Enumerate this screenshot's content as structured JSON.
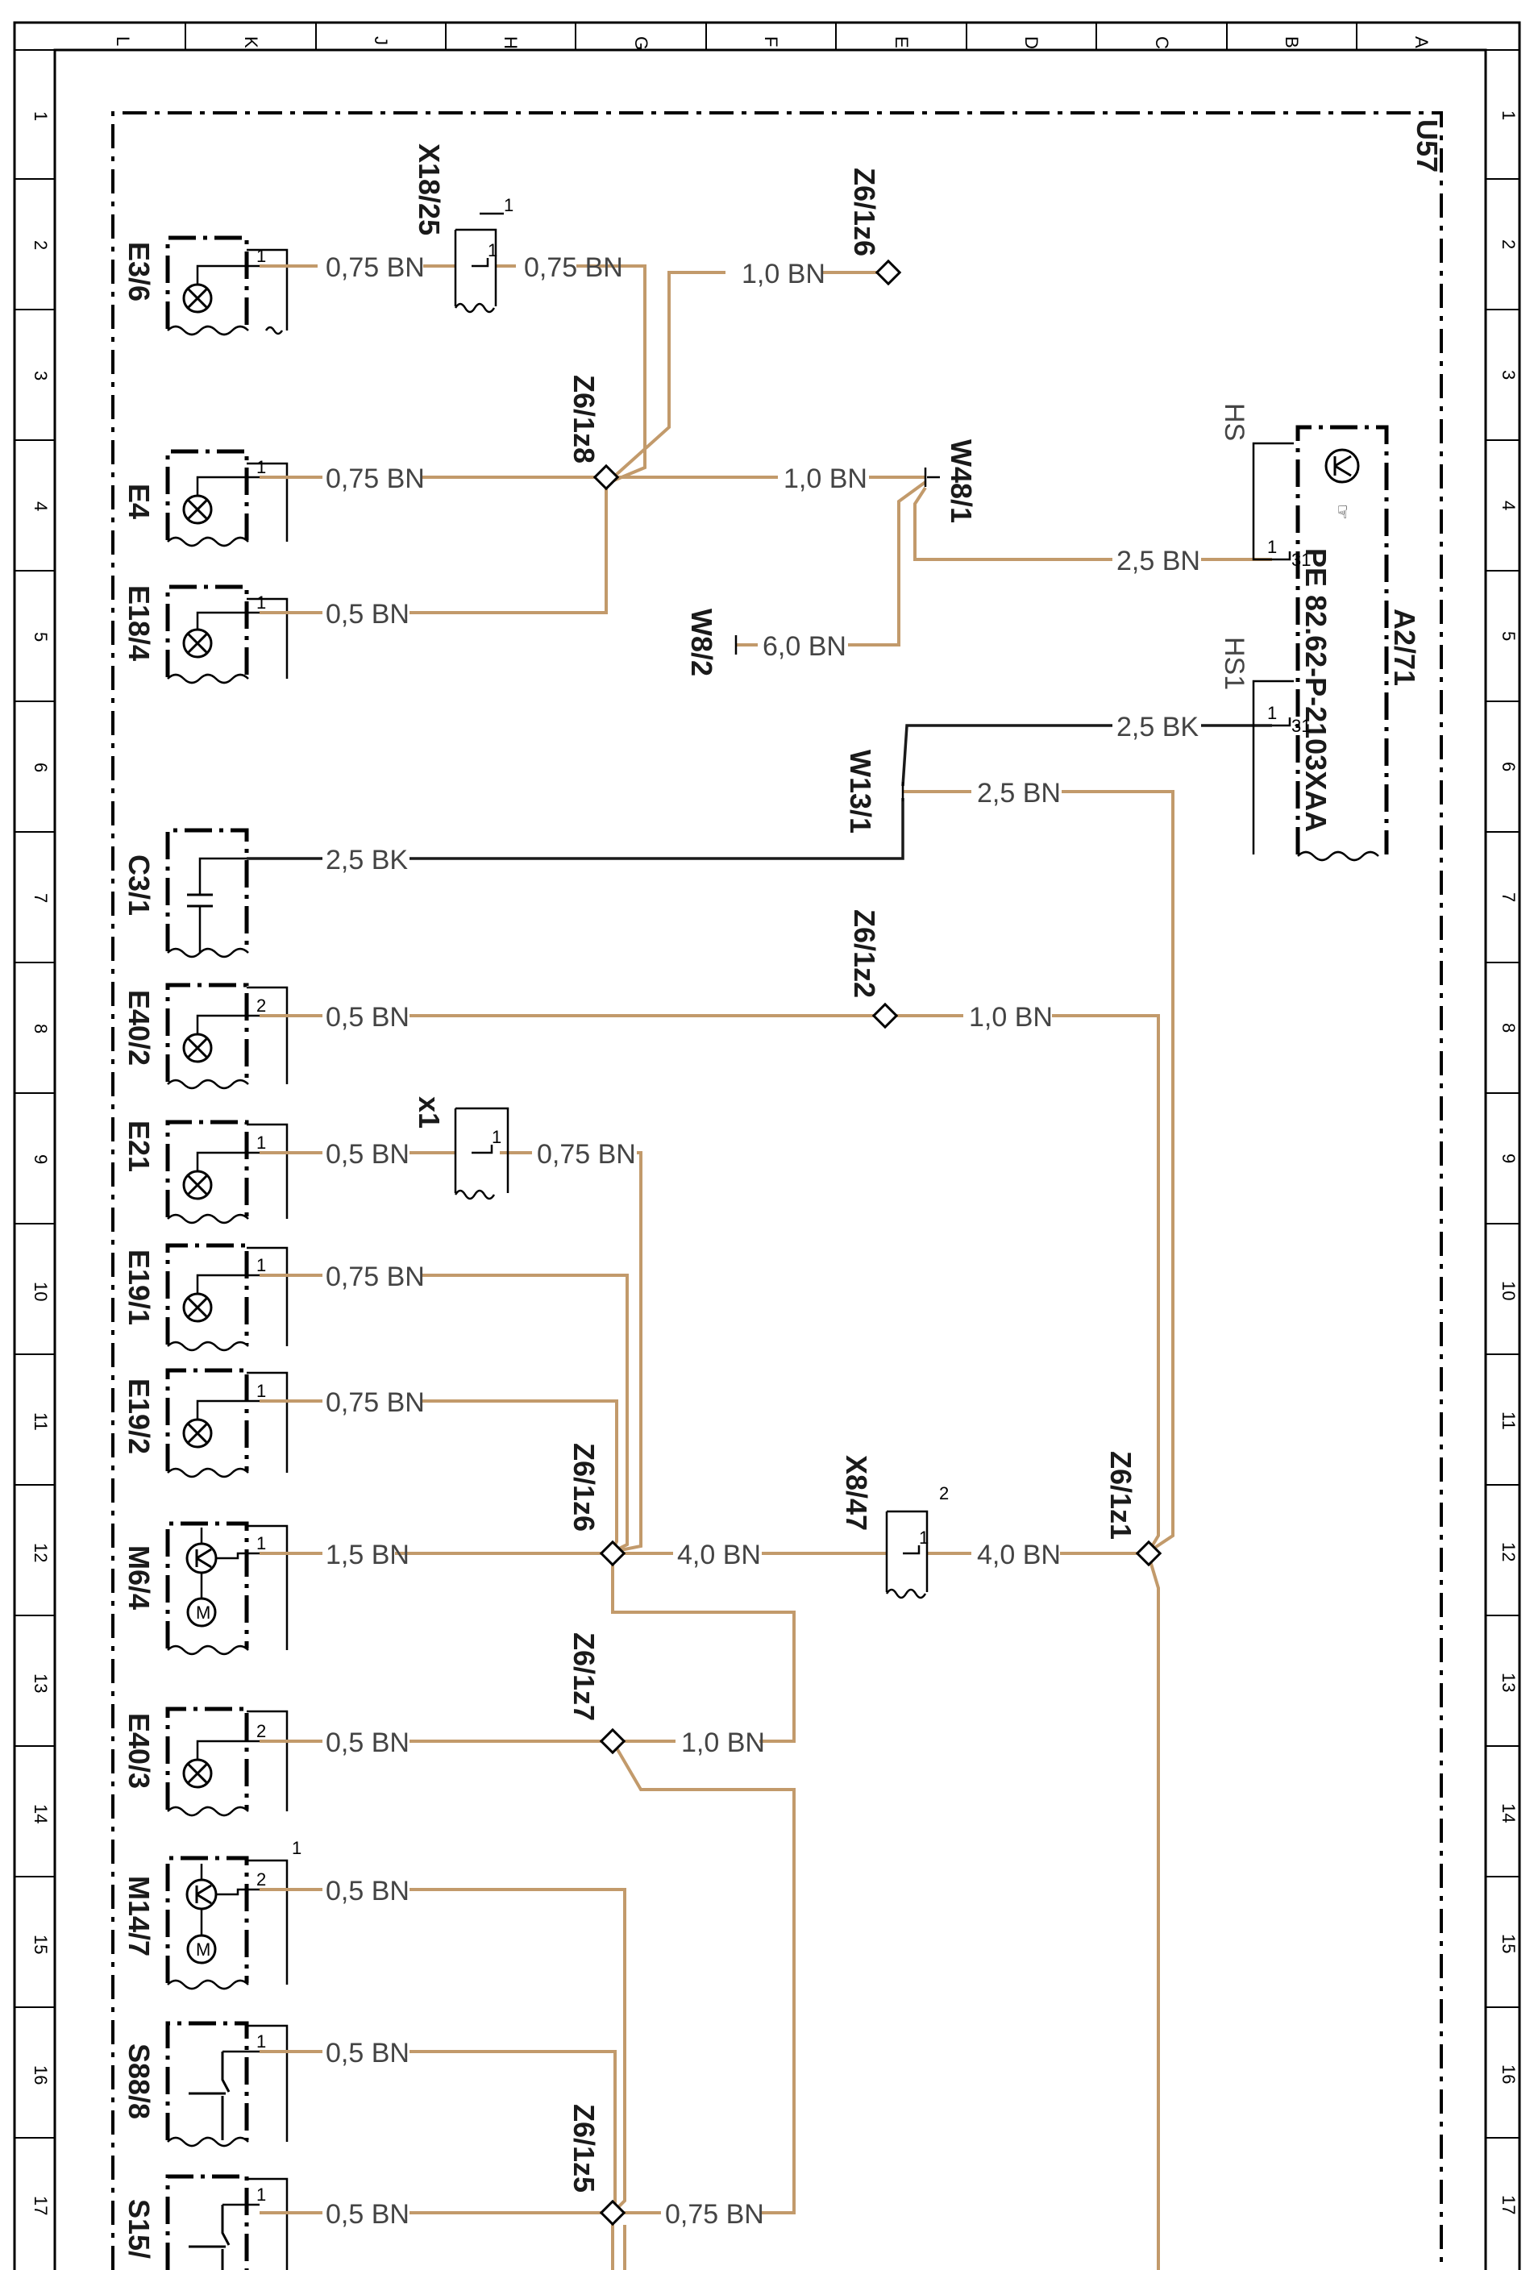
{
  "frame": {
    "columns": [
      "L",
      "K",
      "J",
      "H",
      "G",
      "F",
      "E",
      "D",
      "C",
      "B",
      "A"
    ],
    "rows": [
      "1",
      "2",
      "3",
      "4",
      "5",
      "6",
      "7",
      "8",
      "9",
      "10",
      "11",
      "12",
      "13",
      "14",
      "15",
      "16",
      "17"
    ]
  },
  "module": {
    "code": "U57"
  },
  "control_unit": {
    "code": "A2/71",
    "part": "PE 82.62-P-2103XAA",
    "ground_hs": "HS",
    "ground_hs1": "HS1",
    "pin_31a": "31",
    "pin_31b": "31"
  },
  "components": [
    {
      "code": "E3/6"
    },
    {
      "code": "E4"
    },
    {
      "code": "E18/4"
    },
    {
      "code": "C3/1"
    },
    {
      "code": "E40/2"
    },
    {
      "code": "E21"
    },
    {
      "code": "E19/1"
    },
    {
      "code": "E19/2"
    },
    {
      "code": "M6/4"
    },
    {
      "code": "E40/3"
    },
    {
      "code": "M14/7"
    },
    {
      "code": "S88/8"
    },
    {
      "code": "S15/"
    }
  ],
  "nodes": {
    "z6_1z6_top": "Z6/1z6",
    "z6_1z8": "Z6/1z8",
    "z6_1z2": "Z6/1z2",
    "z6_1z6": "Z6/1z6",
    "z6_1z7": "Z6/1z7",
    "z6_1z1": "Z6/1z1",
    "z6_1z5": "Z6/1z5",
    "w48_1": "W48/1",
    "w8_2": "W8/2",
    "w13_1": "W13/1",
    "x18_25": "X18/25",
    "x8_47": "X8/47",
    "x1": "x1"
  },
  "pins": {
    "one": "1",
    "two": "2"
  },
  "wire_labels": {
    "e3_6": "0,75 BN",
    "x18_out": "0,75 BN",
    "to_z6_1z6": "1,0 BN",
    "e4": "0,75 BN",
    "z8_w48": "1,0 BN",
    "e18_4": "0,5 BN",
    "w8_2": "6,0 BN",
    "w48_a2": "2,5 BN",
    "w13_a2": "2,5 BK",
    "w13_z1": "2,5 BN",
    "c3_1": "2,5 BK",
    "e40_2": "0,5 BN",
    "z2_out": "1,0 BN",
    "e21": "0,5 BN",
    "x1_out": "0,75 BN",
    "e19_1": "0,75 BN",
    "e19_2": "0,75 BN",
    "m6_4": "1,5 BN",
    "z6_x8": "4,0 BN",
    "x8_z1": "4,0 BN",
    "e40_3": "0,5 BN",
    "z7_out": "1,0 BN",
    "m14_7": "0,5 BN",
    "s88_8": "0,5 BN",
    "s15": "0,5 BN",
    "z5_out": "0,75 BN"
  },
  "colors": {
    "wire_brown": "#c29a6b",
    "wire_black": "#1a1a1a"
  }
}
